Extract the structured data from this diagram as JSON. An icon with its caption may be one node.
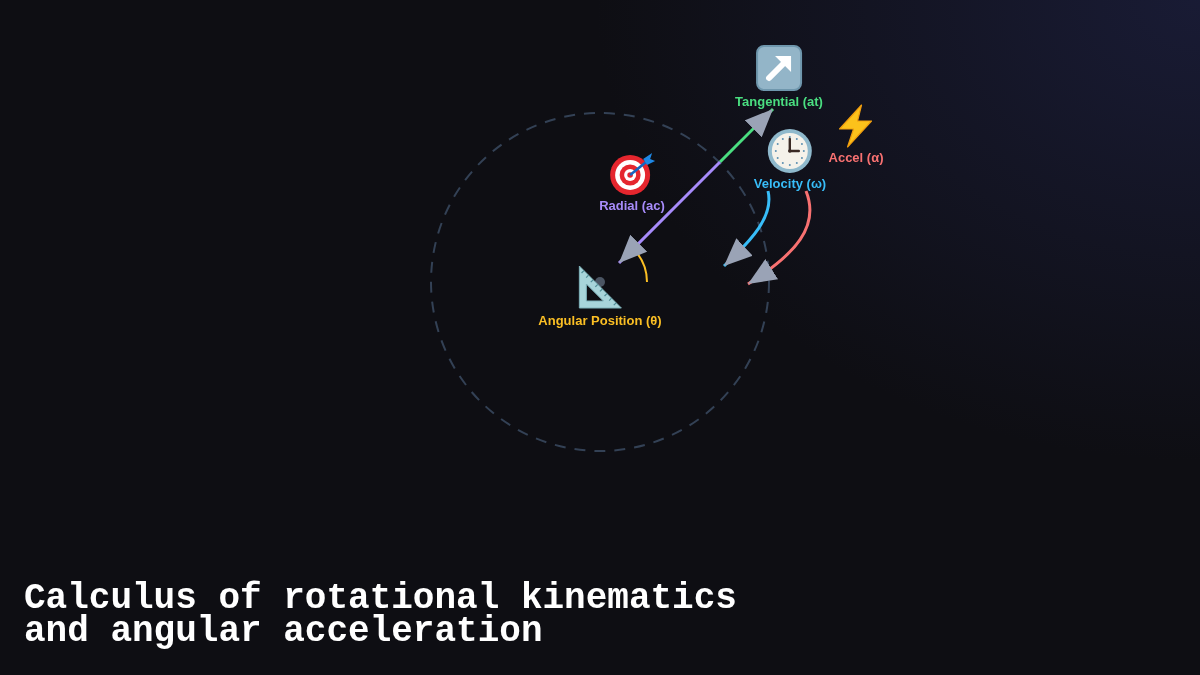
{
  "diagram": {
    "title": "Calculus of rotational kinematics and angular acceleration",
    "nodes": [
      {
        "text": [
          "Tangential (at)"
        ]
      },
      {
        "text": [
          "Accel (α)"
        ]
      },
      {
        "text": [
          "Velocity (ω)"
        ]
      },
      {
        "text": [
          "Radial (ac)"
        ]
      },
      {
        "text": [
          "Angular Position (θ)"
        ]
      }
    ],
    "edges": [
      {
        "from": null,
        "to": 0,
        "arrow": "to",
        "color": "#4ade80"
      },
      {
        "from": null,
        "to": 4,
        "arrow": "to",
        "color": "#a78bfa"
      },
      {
        "from": 2,
        "to": null,
        "arrow": "to",
        "color": "#38bdf8"
      },
      {
        "from": 2,
        "to": null,
        "arrow": "to",
        "color": "#f87171"
      }
    ]
  }
}
